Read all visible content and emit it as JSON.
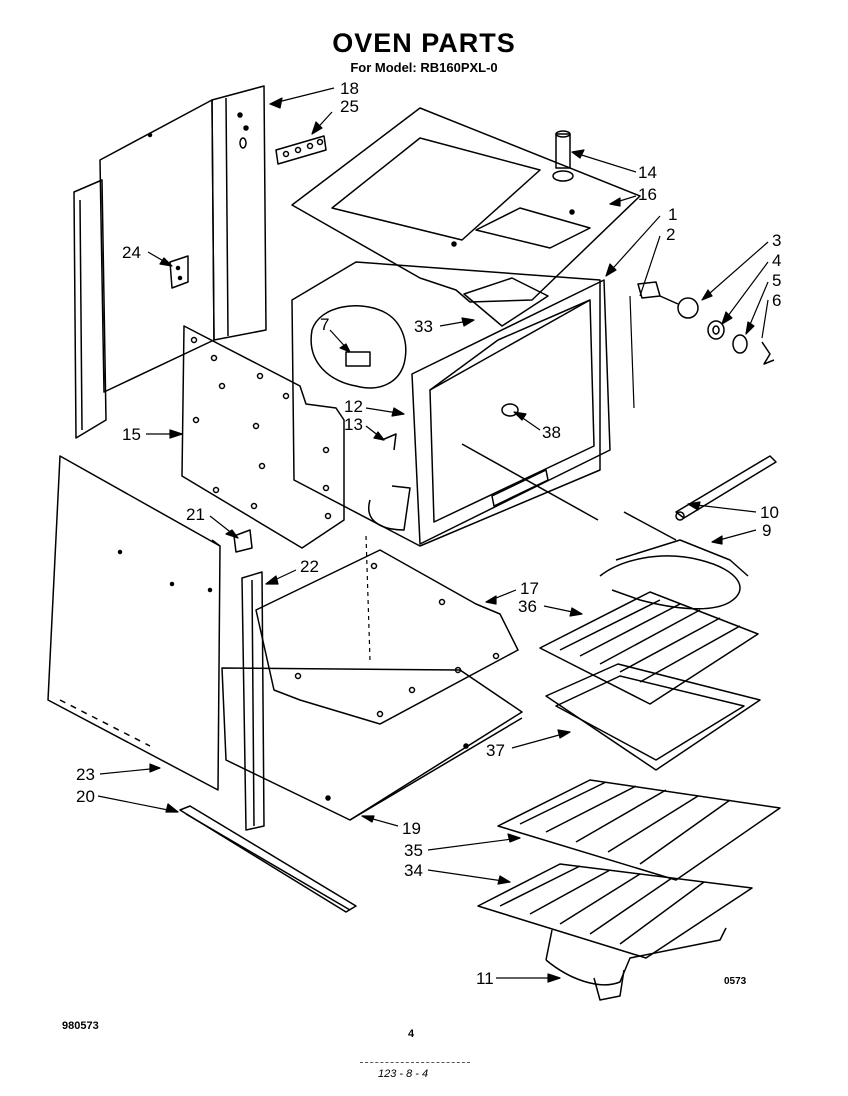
{
  "title": "OVEN PARTS",
  "subtitle": "For Model: RB160PXL-0",
  "doc_number": "980573",
  "page_number": "4",
  "revision_code": "123 - 8 - 4",
  "diagram_code": "0573",
  "callouts": [
    {
      "id": "c18",
      "label": "18"
    },
    {
      "id": "c25",
      "label": "25"
    },
    {
      "id": "c14",
      "label": "14"
    },
    {
      "id": "c16",
      "label": "16"
    },
    {
      "id": "c1",
      "label": "1"
    },
    {
      "id": "c2",
      "label": "2"
    },
    {
      "id": "c3",
      "label": "3"
    },
    {
      "id": "c4",
      "label": "4"
    },
    {
      "id": "c5",
      "label": "5"
    },
    {
      "id": "c6",
      "label": "6"
    },
    {
      "id": "c24",
      "label": "24"
    },
    {
      "id": "c7",
      "label": "7"
    },
    {
      "id": "c33",
      "label": "33"
    },
    {
      "id": "c12",
      "label": "12"
    },
    {
      "id": "c13",
      "label": "13"
    },
    {
      "id": "c38",
      "label": "38"
    },
    {
      "id": "c15",
      "label": "15"
    },
    {
      "id": "c10",
      "label": "10"
    },
    {
      "id": "c9",
      "label": "9"
    },
    {
      "id": "c21",
      "label": "21"
    },
    {
      "id": "c22",
      "label": "22"
    },
    {
      "id": "c17",
      "label": "17"
    },
    {
      "id": "c36",
      "label": "36"
    },
    {
      "id": "c37",
      "label": "37"
    },
    {
      "id": "c23",
      "label": "23"
    },
    {
      "id": "c20",
      "label": "20"
    },
    {
      "id": "c19",
      "label": "19"
    },
    {
      "id": "c35",
      "label": "35"
    },
    {
      "id": "c34",
      "label": "34"
    },
    {
      "id": "c11",
      "label": "11"
    }
  ]
}
